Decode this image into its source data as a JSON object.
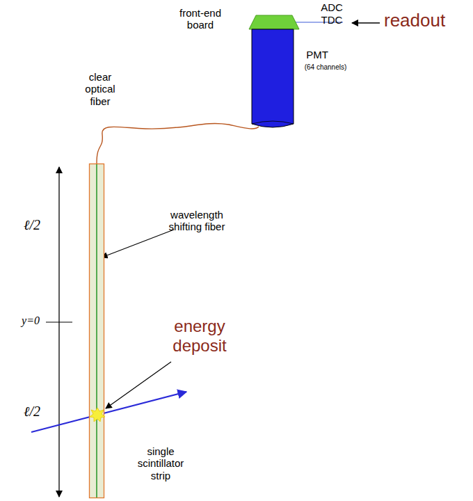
{
  "diagram": {
    "nodes": [
      {
        "text": [
          "front-end board"
        ]
      },
      {
        "text": [
          "PMT",
          "(64 channels)"
        ]
      },
      {
        "text": [
          "single scintillator strip"
        ]
      }
    ],
    "edges": [
      {
        "from": 2,
        "to": 1,
        "arrow": "none",
        "label": "clear optical fiber"
      }
    ],
    "labels": [
      "ADC",
      "TDC",
      "readout",
      "wavelength shifting fiber",
      "ℓ/2",
      "y=0",
      "ℓ/2",
      "energy deposit"
    ]
  }
}
